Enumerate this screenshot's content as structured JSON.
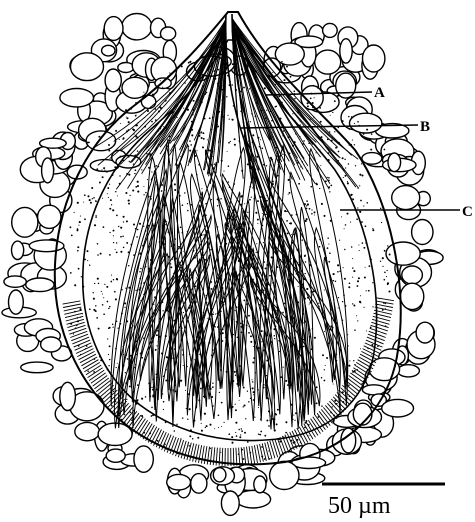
{
  "figure": {
    "labels": [
      {
        "id": "A",
        "text": "A"
      },
      {
        "id": "B",
        "text": "B"
      },
      {
        "id": "C",
        "text": "C"
      }
    ],
    "scale_bar": {
      "text": "50 µm",
      "length_um": 50
    }
  },
  "colors": {
    "ink": "#000000",
    "paper": "#ffffff"
  }
}
